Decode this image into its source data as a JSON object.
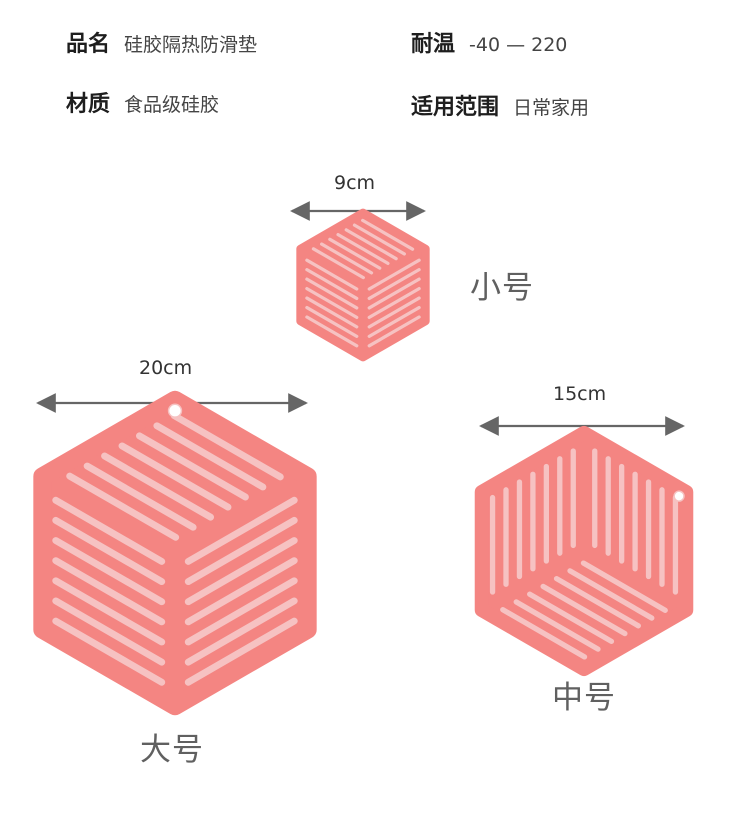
{
  "specs": {
    "name": {
      "label": "品名",
      "value": "硅胶隔热防滑垫"
    },
    "material": {
      "label": "材质",
      "value": "食品级硅胶"
    },
    "temperature": {
      "label": "耐温",
      "value": "-40 — 220"
    },
    "usage": {
      "label": "适用范围",
      "value": "日常家用"
    }
  },
  "products": {
    "small": {
      "size_label": "小号",
      "width": "9cm"
    },
    "large": {
      "size_label": "大号",
      "width": "20cm"
    },
    "medium": {
      "size_label": "中号",
      "width": "15cm"
    }
  },
  "colors": {
    "mat": "#f48582",
    "mat_groove": "#f6c2c2",
    "arrow": "#666666"
  }
}
